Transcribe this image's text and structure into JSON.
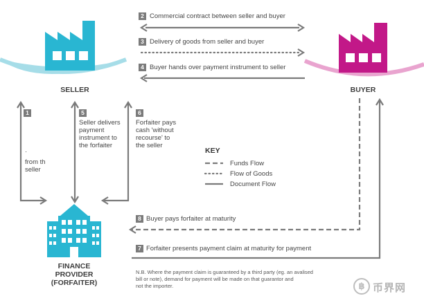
{
  "parties": {
    "seller": "SELLER",
    "buyer": "BUYER",
    "forfaiter": [
      "FINANCE",
      "PROVIDER",
      "(FORFAITER)"
    ]
  },
  "steps": {
    "s1": {
      "num": "1",
      "text": [
        "·",
        "from th",
        "seller"
      ]
    },
    "s2": {
      "num": "2",
      "text": "Commercial contract between seller and buyer"
    },
    "s3": {
      "num": "3",
      "text": "Delivery of goods from seller and buyer"
    },
    "s4": {
      "num": "4",
      "text": "Buyer hands over payment instrument to seller"
    },
    "s5": {
      "num": "5",
      "text": [
        "Seller delivers",
        "payment",
        "instrument to",
        "the forfaiter"
      ]
    },
    "s6": {
      "num": "6",
      "text": [
        "Forfaiter pays",
        "cash 'without",
        "recourse' to",
        "the seller"
      ]
    },
    "s7": {
      "num": "7",
      "text": "Forfaiter presents payment claim at maturity for payment"
    },
    "s8": {
      "num": "8",
      "text": "Buyer pays forfaiter at maturity"
    }
  },
  "key": {
    "title": "KEY",
    "items": [
      "Funds Flow",
      "Flow of Goods",
      "Document Flow"
    ]
  },
  "note": [
    "N.B. Where the payment claim is guaranteed by a third party (eg. an avalised",
    "bill or note), demand for payment will be made on that guarantor and",
    "not the importer."
  ],
  "watermark": {
    "symbol": "฿",
    "text": "币界网"
  },
  "colors": {
    "seller": "#29b6d2",
    "seller_wave": "#a6dde8",
    "buyer": "#c21888",
    "buyer_wave": "#e9a4cf",
    "arrow": "#7a7a7a",
    "building": "#29b6d2"
  }
}
